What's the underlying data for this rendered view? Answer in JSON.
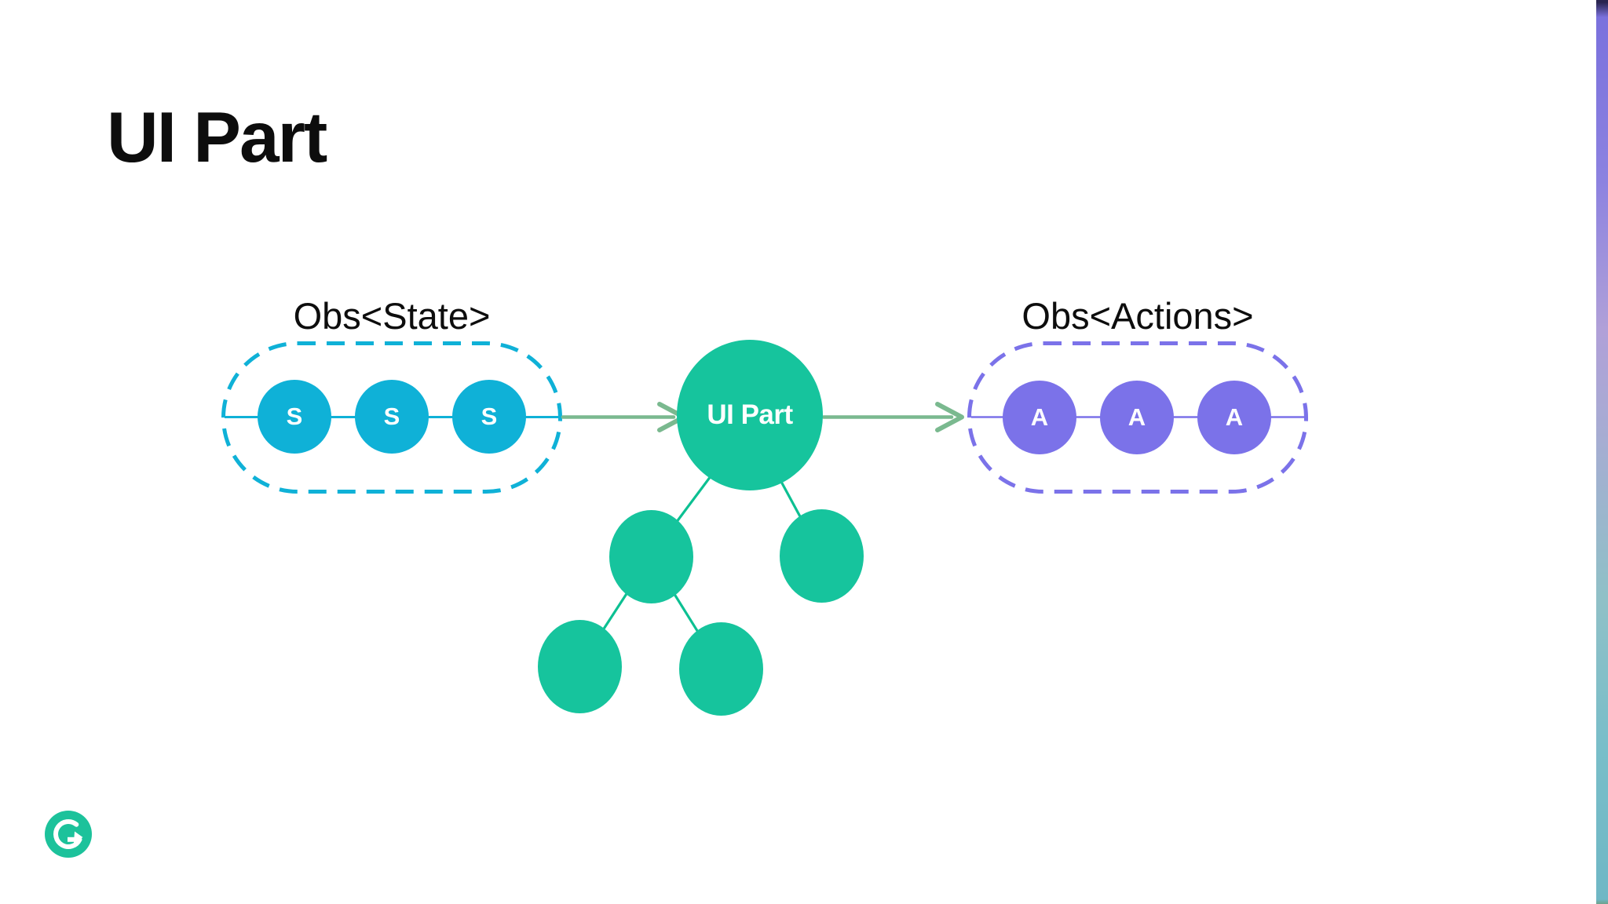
{
  "slide": {
    "title": "UI Part",
    "background_color": "#ffffff",
    "text_color": "#0d0d0d"
  },
  "diagram": {
    "state_group": {
      "label": "Obs<State>",
      "color": "#0fb1d7",
      "border_style": "dashed",
      "nodes": [
        {
          "label": "S"
        },
        {
          "label": "S"
        },
        {
          "label": "S"
        }
      ]
    },
    "root_node": {
      "label": "UI Part",
      "color": "#16c49d"
    },
    "actions_group": {
      "label": "Obs<Actions>",
      "color": "#7b72e9",
      "border_style": "dashed",
      "nodes": [
        {
          "label": "A"
        },
        {
          "label": "A"
        },
        {
          "label": "A"
        }
      ]
    },
    "tree": {
      "node_color": "#16c49d",
      "connector_color": "#0cc092",
      "node_count": 4
    },
    "arrow_color": "#7ab98f"
  },
  "branding": {
    "logo_icon": "grammarly-logo",
    "logo_color": "#1cc29b"
  },
  "edge_bar": {
    "top_color": "#7a71dd",
    "middle_color": "#b0a0d8",
    "bottom_color": "#6fb7c5"
  }
}
